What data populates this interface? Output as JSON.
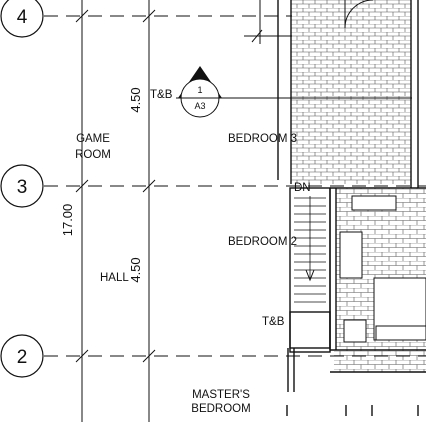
{
  "grid_bubbles": [
    {
      "id": "4",
      "label": "4"
    },
    {
      "id": "3",
      "label": "3"
    },
    {
      "id": "2",
      "label": "2"
    }
  ],
  "dimensions": {
    "upper": "4.50",
    "overall": "17.00",
    "lower": "4.50"
  },
  "rooms": {
    "game_room_line1": "GAME",
    "game_room_line2": "ROOM",
    "hall": "HALL",
    "bedroom3": "BEDROOM 3",
    "bedroom2": "BEDROOM 2",
    "master_line1": "MASTER'S",
    "master_line2": "BEDROOM",
    "tb_upper": "T&B",
    "tb_lower": "T&B",
    "dn": "DN"
  },
  "section_marker": {
    "number": "1",
    "sheet": "A3"
  }
}
